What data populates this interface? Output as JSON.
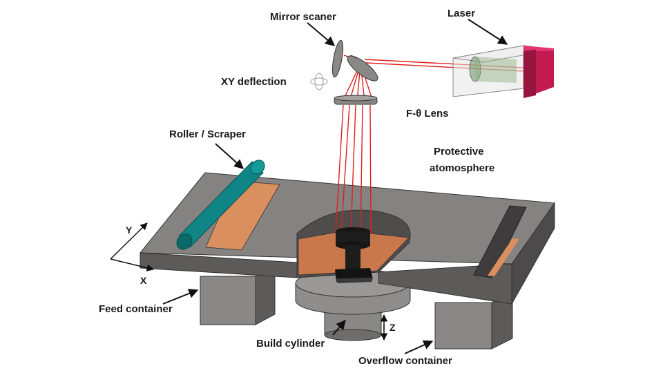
{
  "labels": {
    "mirror_scanner": "Mirror scaner",
    "laser": "Laser",
    "xy_deflection": "XY deflection",
    "f_theta_lens": "F-θ Lens",
    "roller_scraper": "Roller / Scraper",
    "protective_line1": "Protective",
    "protective_line2": "atomosphere",
    "feed_container": "Feed container",
    "build_cylinder": "Build cylinder",
    "overflow_container": "Overflow container"
  },
  "axes": {
    "x": "X",
    "y": "Y",
    "z": "Z"
  },
  "colors": {
    "platform_top": "#858282",
    "platform_front": "#5d5a5a",
    "container": "#737070",
    "powder": "#d98f5e",
    "roller": "#0f8585",
    "laser_body": "#c21b50",
    "laser_beam": "#e31d1d",
    "part": "#161616"
  }
}
